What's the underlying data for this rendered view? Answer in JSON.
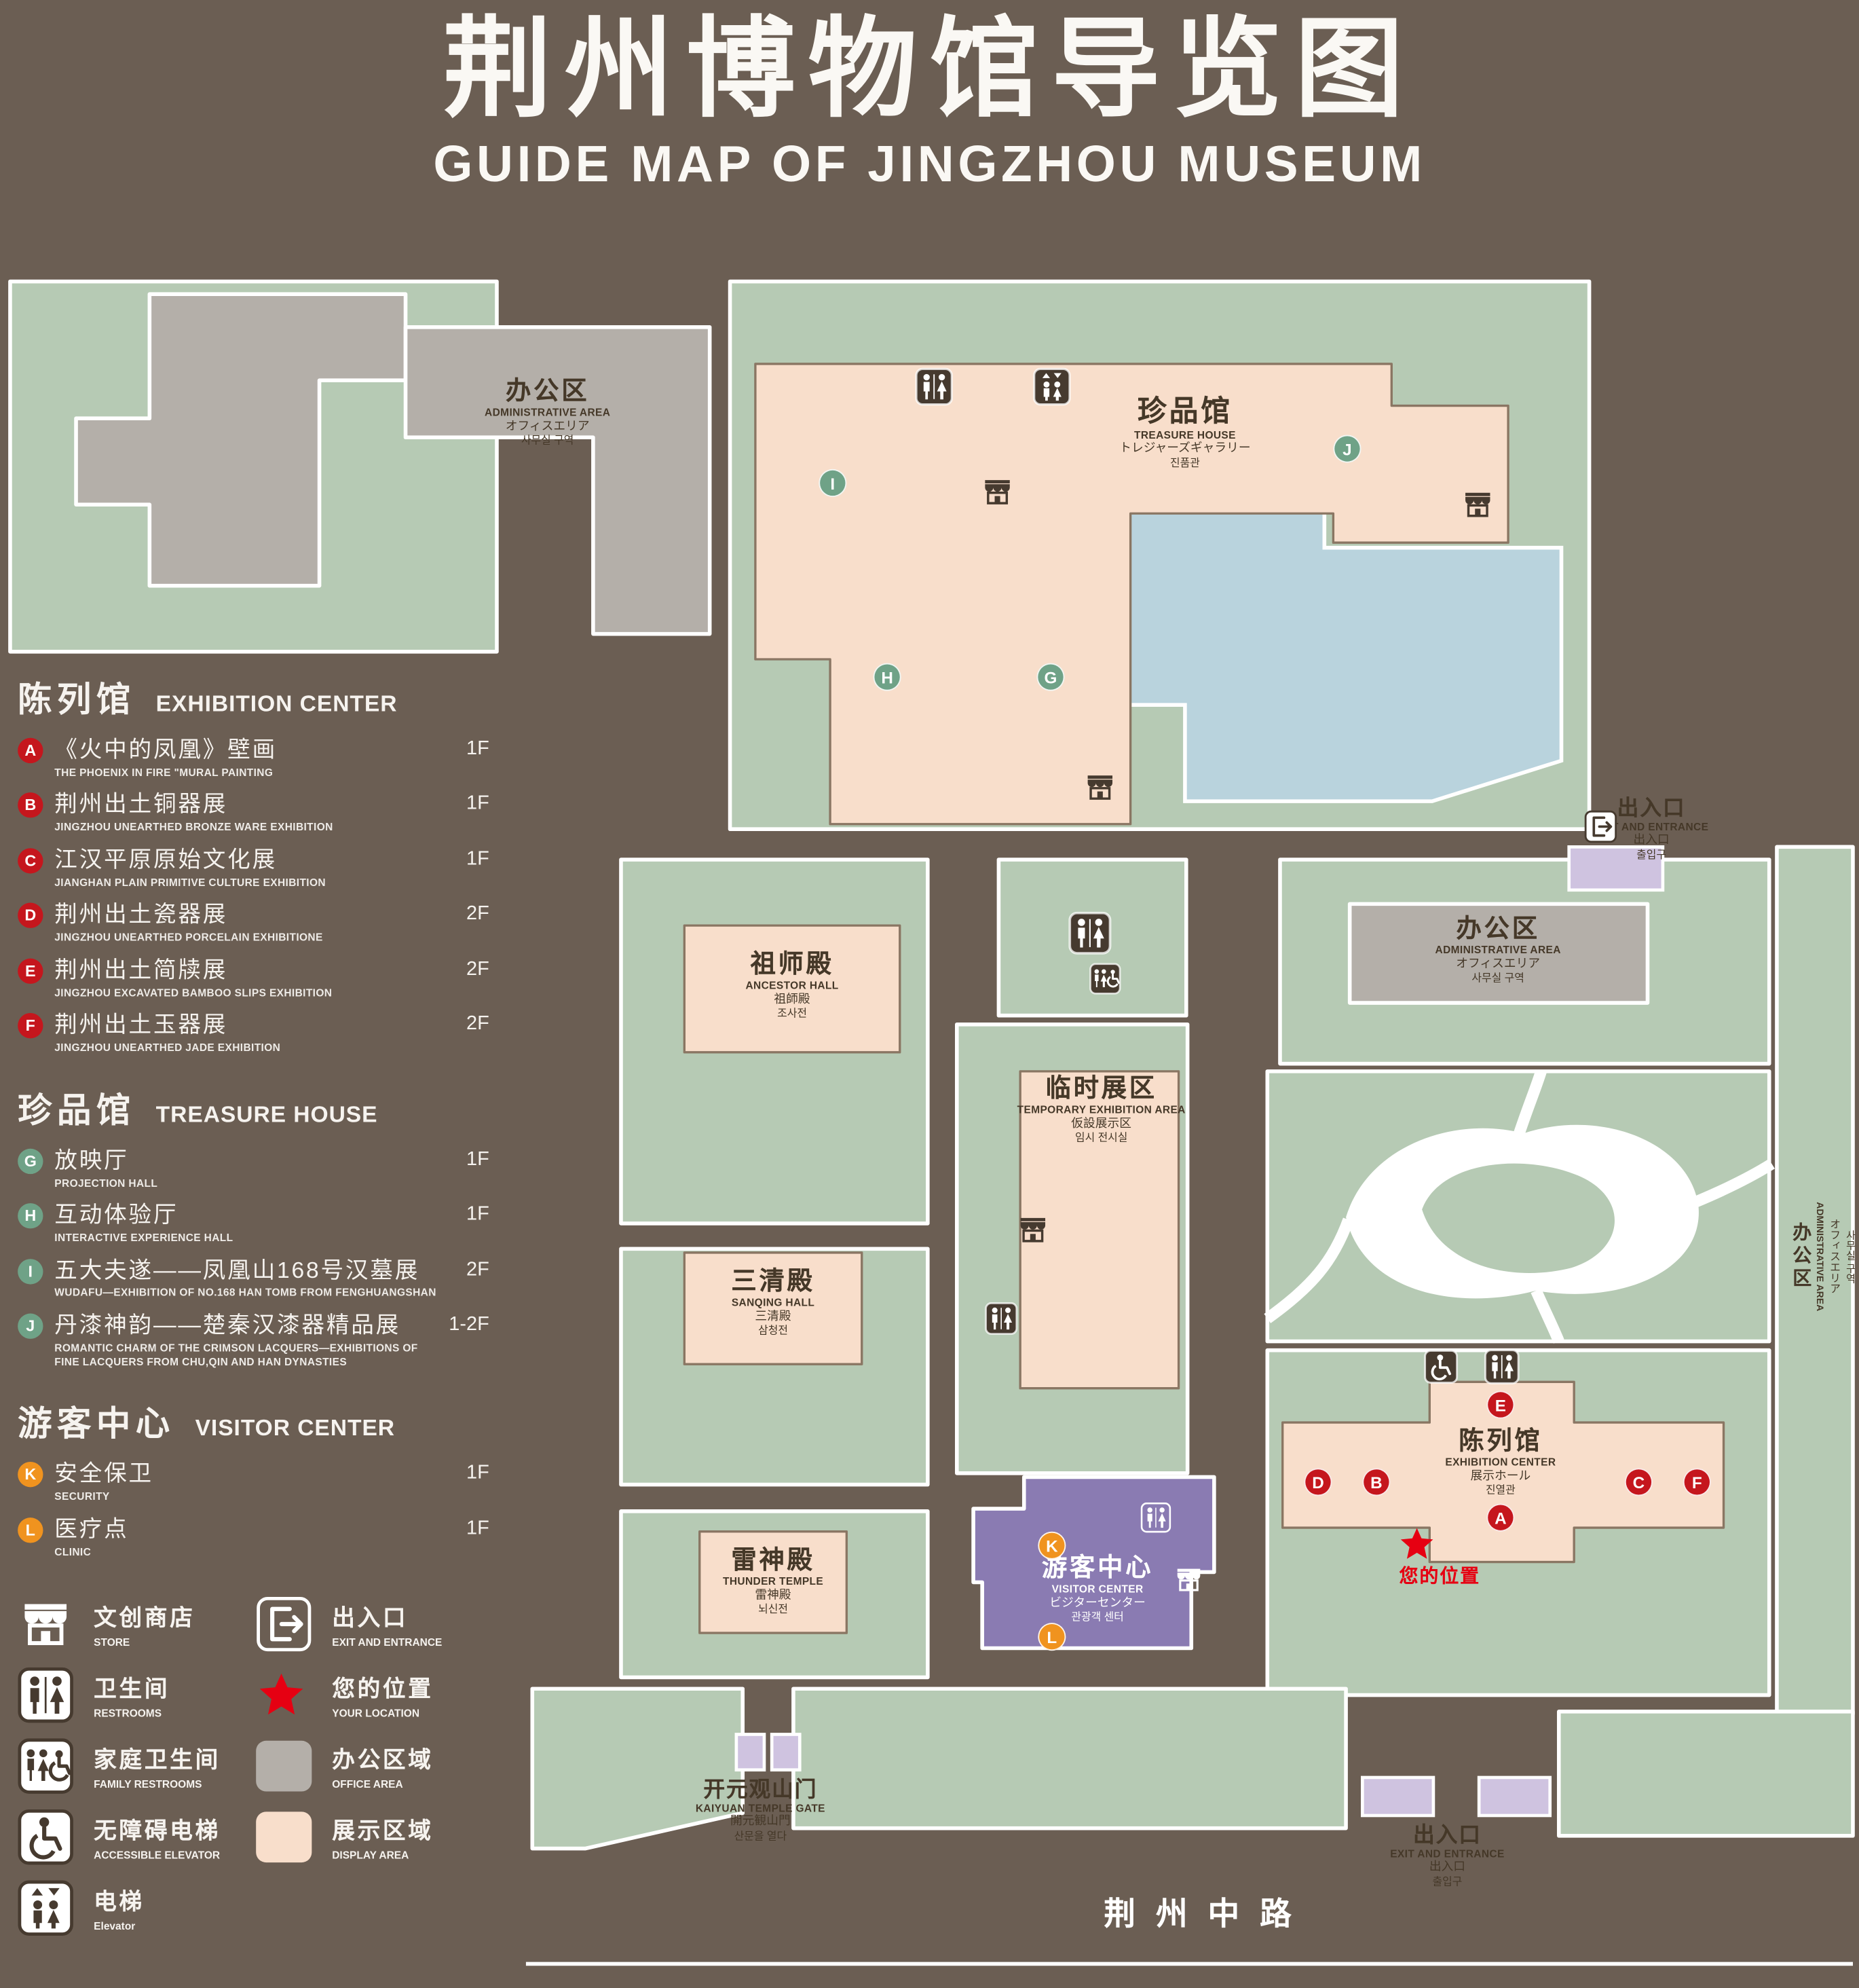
{
  "title": {
    "zh": "荆州博物馆导览图",
    "en": "GUIDE MAP OF JINGZHOU MUSEUM"
  },
  "colors": {
    "background": "#6b5e53",
    "lawn": "#b6cab4",
    "water": "#b9d3dd",
    "display_area": "#f8decb",
    "office_area": "#b4afa9",
    "visitor_center": "#8a7bb2",
    "entrance_block": "#cfc3e0",
    "marker_red": "#c5161d",
    "marker_green": "#6fa287",
    "marker_orange": "#f0931f",
    "star_red": "#e60012",
    "ink": "#463a2f"
  },
  "legend": {
    "sections": [
      {
        "zh": "陈列馆",
        "en": "EXHIBITION CENTER",
        "badge_color": "#c5161d",
        "items": [
          {
            "key": "A",
            "zh": "《火中的凤凰》壁画",
            "en": "THE PHOENIX IN FIRE \"MURAL PAINTING",
            "floor": "1F"
          },
          {
            "key": "B",
            "zh": "荆州出土铜器展",
            "en": "JINGZHOU UNEARTHED BRONZE WARE EXHIBITION",
            "floor": "1F"
          },
          {
            "key": "C",
            "zh": "江汉平原原始文化展",
            "en": "JIANGHAN PLAIN PRIMITIVE CULTURE EXHIBITION",
            "floor": "1F"
          },
          {
            "key": "D",
            "zh": "荆州出土瓷器展",
            "en": "JINGZHOU UNEARTHED PORCELAIN EXHIBITIONE",
            "floor": "2F"
          },
          {
            "key": "E",
            "zh": "荆州出土简牍展",
            "en": "JINGZHOU EXCAVATED BAMBOO SLIPS EXHIBITION",
            "floor": "2F"
          },
          {
            "key": "F",
            "zh": "荆州出土玉器展",
            "en": "JINGZHOU UNEARTHED JADE EXHIBITION",
            "floor": "2F"
          }
        ]
      },
      {
        "zh": "珍品馆",
        "en": "TREASURE HOUSE",
        "badge_color": "#6fa287",
        "items": [
          {
            "key": "G",
            "zh": "放映厅",
            "en": "PROJECTION HALL",
            "floor": "1F"
          },
          {
            "key": "H",
            "zh": "互动体验厅",
            "en": "INTERACTIVE EXPERIENCE HALL",
            "floor": "1F"
          },
          {
            "key": "I",
            "zh": "五大夫遂——凤凰山168号汉墓展",
            "en": "WUDAFU—EXHIBITION OF NO.168 HAN TOMB FROM FENGHUANGSHAN",
            "floor": "2F"
          },
          {
            "key": "J",
            "zh": "丹漆神韵——楚秦汉漆器精品展",
            "en": "ROMANTIC CHARM OF THE CRIMSON LACQUERS—EXHIBITIONS OF FINE LACQUERS FROM CHU,QIN AND HAN DYNASTIES",
            "floor": "1-2F"
          }
        ]
      },
      {
        "zh": "游客中心",
        "en": "VISITOR CENTER",
        "badge_color": "#f0931f",
        "items": [
          {
            "key": "K",
            "zh": "安全保卫",
            "en": "SECURITY",
            "floor": "1F"
          },
          {
            "key": "L",
            "zh": "医疗点",
            "en": "CLINIC",
            "floor": "1F"
          }
        ]
      }
    ],
    "symbols": [
      {
        "icon": "store",
        "zh": "文创商店",
        "en": "STORE"
      },
      {
        "icon": "exit",
        "zh": "出入口",
        "en": "EXIT AND ENTRANCE"
      },
      {
        "icon": "restroom",
        "zh": "卫生间",
        "en": "RESTROOMS"
      },
      {
        "icon": "location",
        "zh": "您的位置",
        "en": "YOUR LOCATION"
      },
      {
        "icon": "family-restroom",
        "zh": "家庭卫生间",
        "en": "FAMILY RESTROOMS"
      },
      {
        "icon": "office-swatch",
        "zh": "办公区域",
        "en": "OFFICE AREA"
      },
      {
        "icon": "accessible-elevator",
        "zh": "无障碍电梯",
        "en": "ACCESSIBLE ELEVATOR"
      },
      {
        "icon": "display-swatch",
        "zh": "展示区域",
        "en": "DISPLAY AREA"
      },
      {
        "icon": "elevator",
        "zh": "电梯",
        "en": "Elevator"
      }
    ]
  },
  "map": {
    "labels": {
      "admin_top": {
        "zh": "办公区",
        "en": "ADMINISTRATIVE AREA",
        "ja": "オフィスエリア",
        "ko": "사무실 구역"
      },
      "treasure": {
        "zh": "珍品馆",
        "en": "TREASURE HOUSE",
        "ja": "トレジャーズギャラリー",
        "ko": "진품관"
      },
      "ancestor": {
        "zh": "祖师殿",
        "en": "ANCESTOR HALL",
        "ja": "祖師殿",
        "ko": "조사전"
      },
      "admin_mid": {
        "zh": "办公区",
        "en": "ADMINISTRATIVE AREA",
        "ja": "オフィスエリア",
        "ko": "사무실 구역"
      },
      "temporary": {
        "zh": "临时展区",
        "en": "TEMPORARY EXHIBITION AREA",
        "ja": "仮設展示区",
        "ko": "임시 전시실"
      },
      "sanqing": {
        "zh": "三清殿",
        "en": "SANQING HALL",
        "ja": "三清殿",
        "ko": "삼청전"
      },
      "thunder": {
        "zh": "雷神殿",
        "en": "THUNDER TEMPLE",
        "ja": "雷神殿",
        "ko": "뇌신전"
      },
      "visitor": {
        "zh": "游客中心",
        "en": "VISITOR CENTER",
        "ja": "ビジターセンター",
        "ko": "관광객 센터"
      },
      "exhibition": {
        "zh": "陈列馆",
        "en": "EXHIBITION CENTER",
        "ja": "展示ホール",
        "ko": "진열관"
      },
      "admin_right": {
        "zh": "办公区",
        "en": "ADMINISTRATIVE AREA",
        "ja": "オフィスエリア",
        "ko": "사무실 구역"
      },
      "exit_top": {
        "zh": "出入口",
        "en": "EXIT AND ENTRANCE",
        "ja": "出入口",
        "ko": "출입구"
      },
      "exit_bottom": {
        "zh": "出入口",
        "en": "EXIT AND ENTRANCE",
        "ja": "出入口",
        "ko": "출입구"
      },
      "gate": {
        "zh": "开元观山门",
        "en": "KAIYUAN TEMPLE GATE",
        "ja": "開元観山門",
        "ko": "산문을 열다"
      },
      "road": {
        "zh": "荆州中路"
      },
      "your_location": {
        "zh": "您的位置"
      }
    },
    "markers": [
      {
        "key": "I",
        "color": "green"
      },
      {
        "key": "J",
        "color": "green"
      },
      {
        "key": "H",
        "color": "green"
      },
      {
        "key": "G",
        "color": "green"
      },
      {
        "key": "E",
        "color": "red"
      },
      {
        "key": "D",
        "color": "red"
      },
      {
        "key": "B",
        "color": "red"
      },
      {
        "key": "C",
        "color": "red"
      },
      {
        "key": "F",
        "color": "red"
      },
      {
        "key": "A",
        "color": "red"
      },
      {
        "key": "K",
        "color": "orange"
      },
      {
        "key": "L",
        "color": "orange"
      }
    ]
  }
}
